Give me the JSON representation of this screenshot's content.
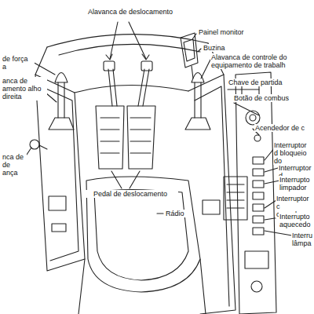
{
  "diagram": {
    "labels": [
      "Alavanca de deslocamento",
      "de força a",
      "anca de amento alho direita",
      "nca de de ança",
      "Pedal de deslocamento",
      "Rádio",
      "Painel monitor",
      "Buzina",
      "Alavanca de controle do equipamento de trabalh",
      "Chave de partida",
      "Botão de combus",
      "Acendedor de c",
      "Interruptor d bloqueio do",
      "Interruptor d",
      "Interrupto limpador",
      "Interruptor c cancelame",
      "Interrupto aquecedo",
      "Interru lâmpa"
    ]
  }
}
